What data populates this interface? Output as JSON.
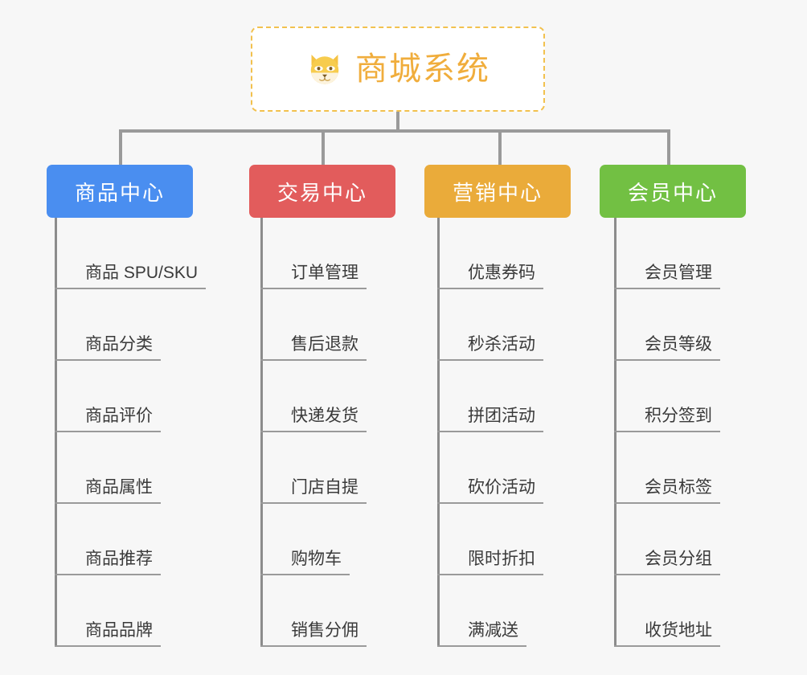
{
  "diagram": {
    "type": "organization-tree",
    "background_color": "#f7f7f7",
    "root": {
      "title": "商城系统",
      "icon": "shiba-inu-dog-face-icon",
      "border_color": "#f2c14e",
      "text_color": "#f0ad3c"
    },
    "categories": [
      {
        "label": "商品中心",
        "color": "#4a8ef0",
        "items": [
          "商品 SPU/SKU",
          "商品分类",
          "商品评价",
          "商品属性",
          "商品推荐",
          "商品品牌"
        ]
      },
      {
        "label": "交易中心",
        "color": "#e25c5c",
        "items": [
          "订单管理",
          "售后退款",
          "快递发货",
          "门店自提",
          "购物车",
          "销售分佣"
        ]
      },
      {
        "label": "营销中心",
        "color": "#eaab3a",
        "items": [
          "优惠券码",
          "秒杀活动",
          "拼团活动",
          "砍价活动",
          "限时折扣",
          "满减送"
        ]
      },
      {
        "label": "会员中心",
        "color": "#72c043",
        "items": [
          "会员管理",
          "会员等级",
          "积分签到",
          "会员标签",
          "会员分组",
          "收货地址"
        ]
      }
    ],
    "connector_color": "#9a9a9a"
  }
}
